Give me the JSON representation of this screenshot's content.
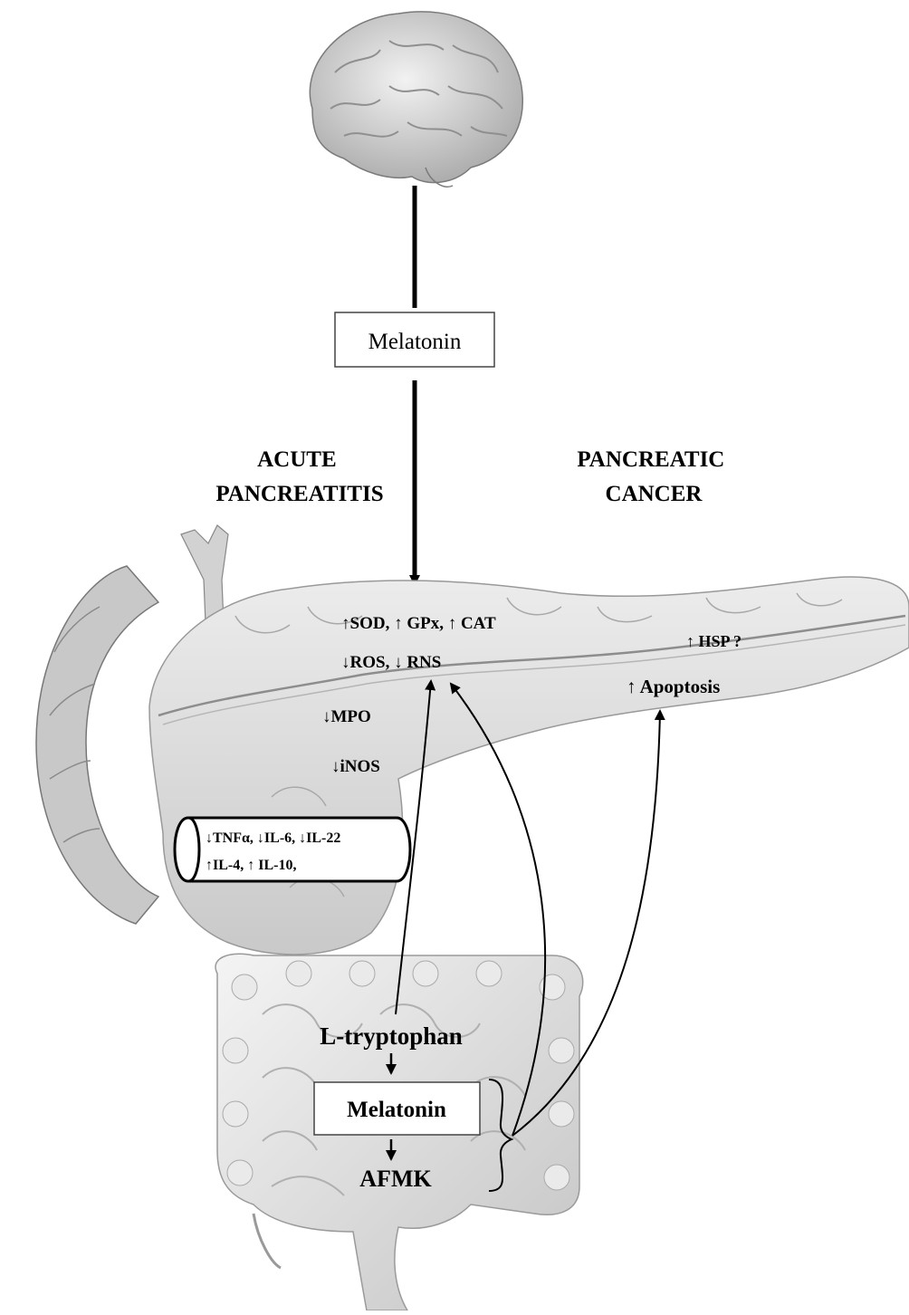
{
  "top_label_box": {
    "text": "Melatonin"
  },
  "headings": {
    "acute_pancreatitis": [
      "ACUTE",
      "PANCREATITIS"
    ],
    "pancreatic_cancer": [
      "PANCREATIC",
      "CANCER"
    ]
  },
  "effects": {
    "antioxidant_enzymes": "↑SOD, ↑ GPx, ↑ CAT",
    "reactive_species": "↓ROS, ↓ RNS",
    "mpo": "↓MPO",
    "inos": "↓iNOS",
    "hsp": "↑ HSP ?",
    "apoptosis": "↑ Apoptosis"
  },
  "cytokines": {
    "line1": "↓TNFα, ↓IL-6, ↓IL-22",
    "line2": "↑IL-4, ↑ IL-10,"
  },
  "gut_pathway": {
    "precursor": "L-tryptophan",
    "hormone": "Melatonin",
    "metabolite": "AFMK"
  },
  "organs": [
    "brain",
    "pancreas",
    "duodenum",
    "intestine"
  ],
  "colors": {
    "organ_fill": "#d9d9d9",
    "organ_stroke": "#8a8a8a",
    "text": "#000000"
  }
}
